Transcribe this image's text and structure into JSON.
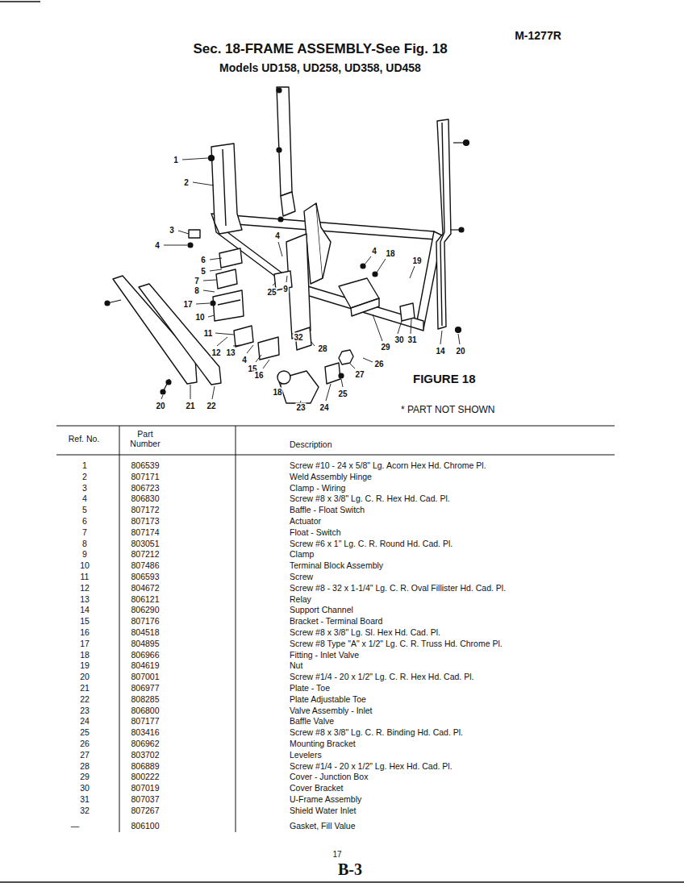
{
  "diagram": {
    "title": "Sec. 18-FRAME ASSEMBLY-See Fig. 18",
    "labels": [
      "M-1277R",
      "Models UD158, UD258, UD358, UD458",
      "1",
      "2",
      "3",
      "4",
      "6",
      "5",
      "7",
      "8",
      "17",
      "10",
      "11",
      "12",
      "13",
      "4",
      "15",
      "16",
      "4",
      "25",
      "9",
      "4",
      "18",
      "19",
      "32",
      "28",
      "29",
      "30",
      "31",
      "14",
      "20",
      "27",
      "26",
      "18",
      "23",
      "24",
      "25",
      "20",
      "21",
      "22",
      "FIGURE 18",
      "* PART NOT SHOWN",
      "Ref. No.",
      "Part Number",
      "Description",
      "1",
      "806539",
      "Screw #10 - 24 x 5/8\" Lg. Acorn Hex Hd. Chrome Pl.",
      "2",
      "807171",
      "Weld Assembly Hinge",
      "3",
      "806723",
      "Clamp - Wiring",
      "4",
      "806830",
      "Screw #8 x 3/8\" Lg. C. R. Hex Hd. Cad. Pl.",
      "5",
      "807172",
      "Baffle - Float Switch",
      "6",
      "807173",
      "Actuator",
      "7",
      "807174",
      "Float - Switch",
      "8",
      "803051",
      "Screw #6 x 1\" Lg. C. R. Round Hd. Cad. Pl.",
      "9",
      "807212",
      "Clamp",
      "10",
      "807486",
      "Terminal Block Assembly",
      "11",
      "806593",
      "Screw",
      "12",
      "804672",
      "Screw #8 - 32 x 1-1/4\" Lg. C. R. Oval Fillister Hd. Cad. Pl.",
      "13",
      "806121",
      "Relay",
      "14",
      "806290",
      "Support Channel",
      "15",
      "807176",
      "Bracket - Terminal Board",
      "16",
      "804518",
      "Screw #8 x 3/8\" Lg. Sl. Hex Hd. Cad. Pl.",
      "17",
      "804895",
      "Screw #8 Type \"A\" x 1/2\" Lg. C. R. Truss Hd. Chrome Pl.",
      "18",
      "806966",
      "Fitting - Inlet Valve",
      "19",
      "804619",
      "Nut",
      "20",
      "807001",
      "Screw #1/4 - 20 x 1/2\" Lg. C. R. Hex Hd. Cad. Pl.",
      "21",
      "806977",
      "Plate - Toe",
      "22",
      "808285",
      "Plate Adjustable Toe",
      "23",
      "806800",
      "Valve Assembly - Inlet",
      "24",
      "807177",
      "Baffle Valve",
      "25",
      "803416",
      "Screw #8 x 3/8\" Lg. C. R. Binding Hd. Cad. Pl.",
      "26",
      "806962",
      "Mounting Bracket",
      "27",
      "803702",
      "Levelers",
      "28",
      "806889",
      "Screw #1/4 - 20 x 1/2\" Lg. Hex Hd. Cad. Pl.",
      "29",
      "800222",
      "Cover - Junction Box",
      "30",
      "807019",
      "Cover Bracket",
      "31",
      "807037",
      "U-Frame Assembly",
      "32",
      "807267",
      "Shield Water Inlet",
      "—",
      "806100",
      "Gasket, Fill Value",
      "17",
      "B-3"
    ]
  }
}
